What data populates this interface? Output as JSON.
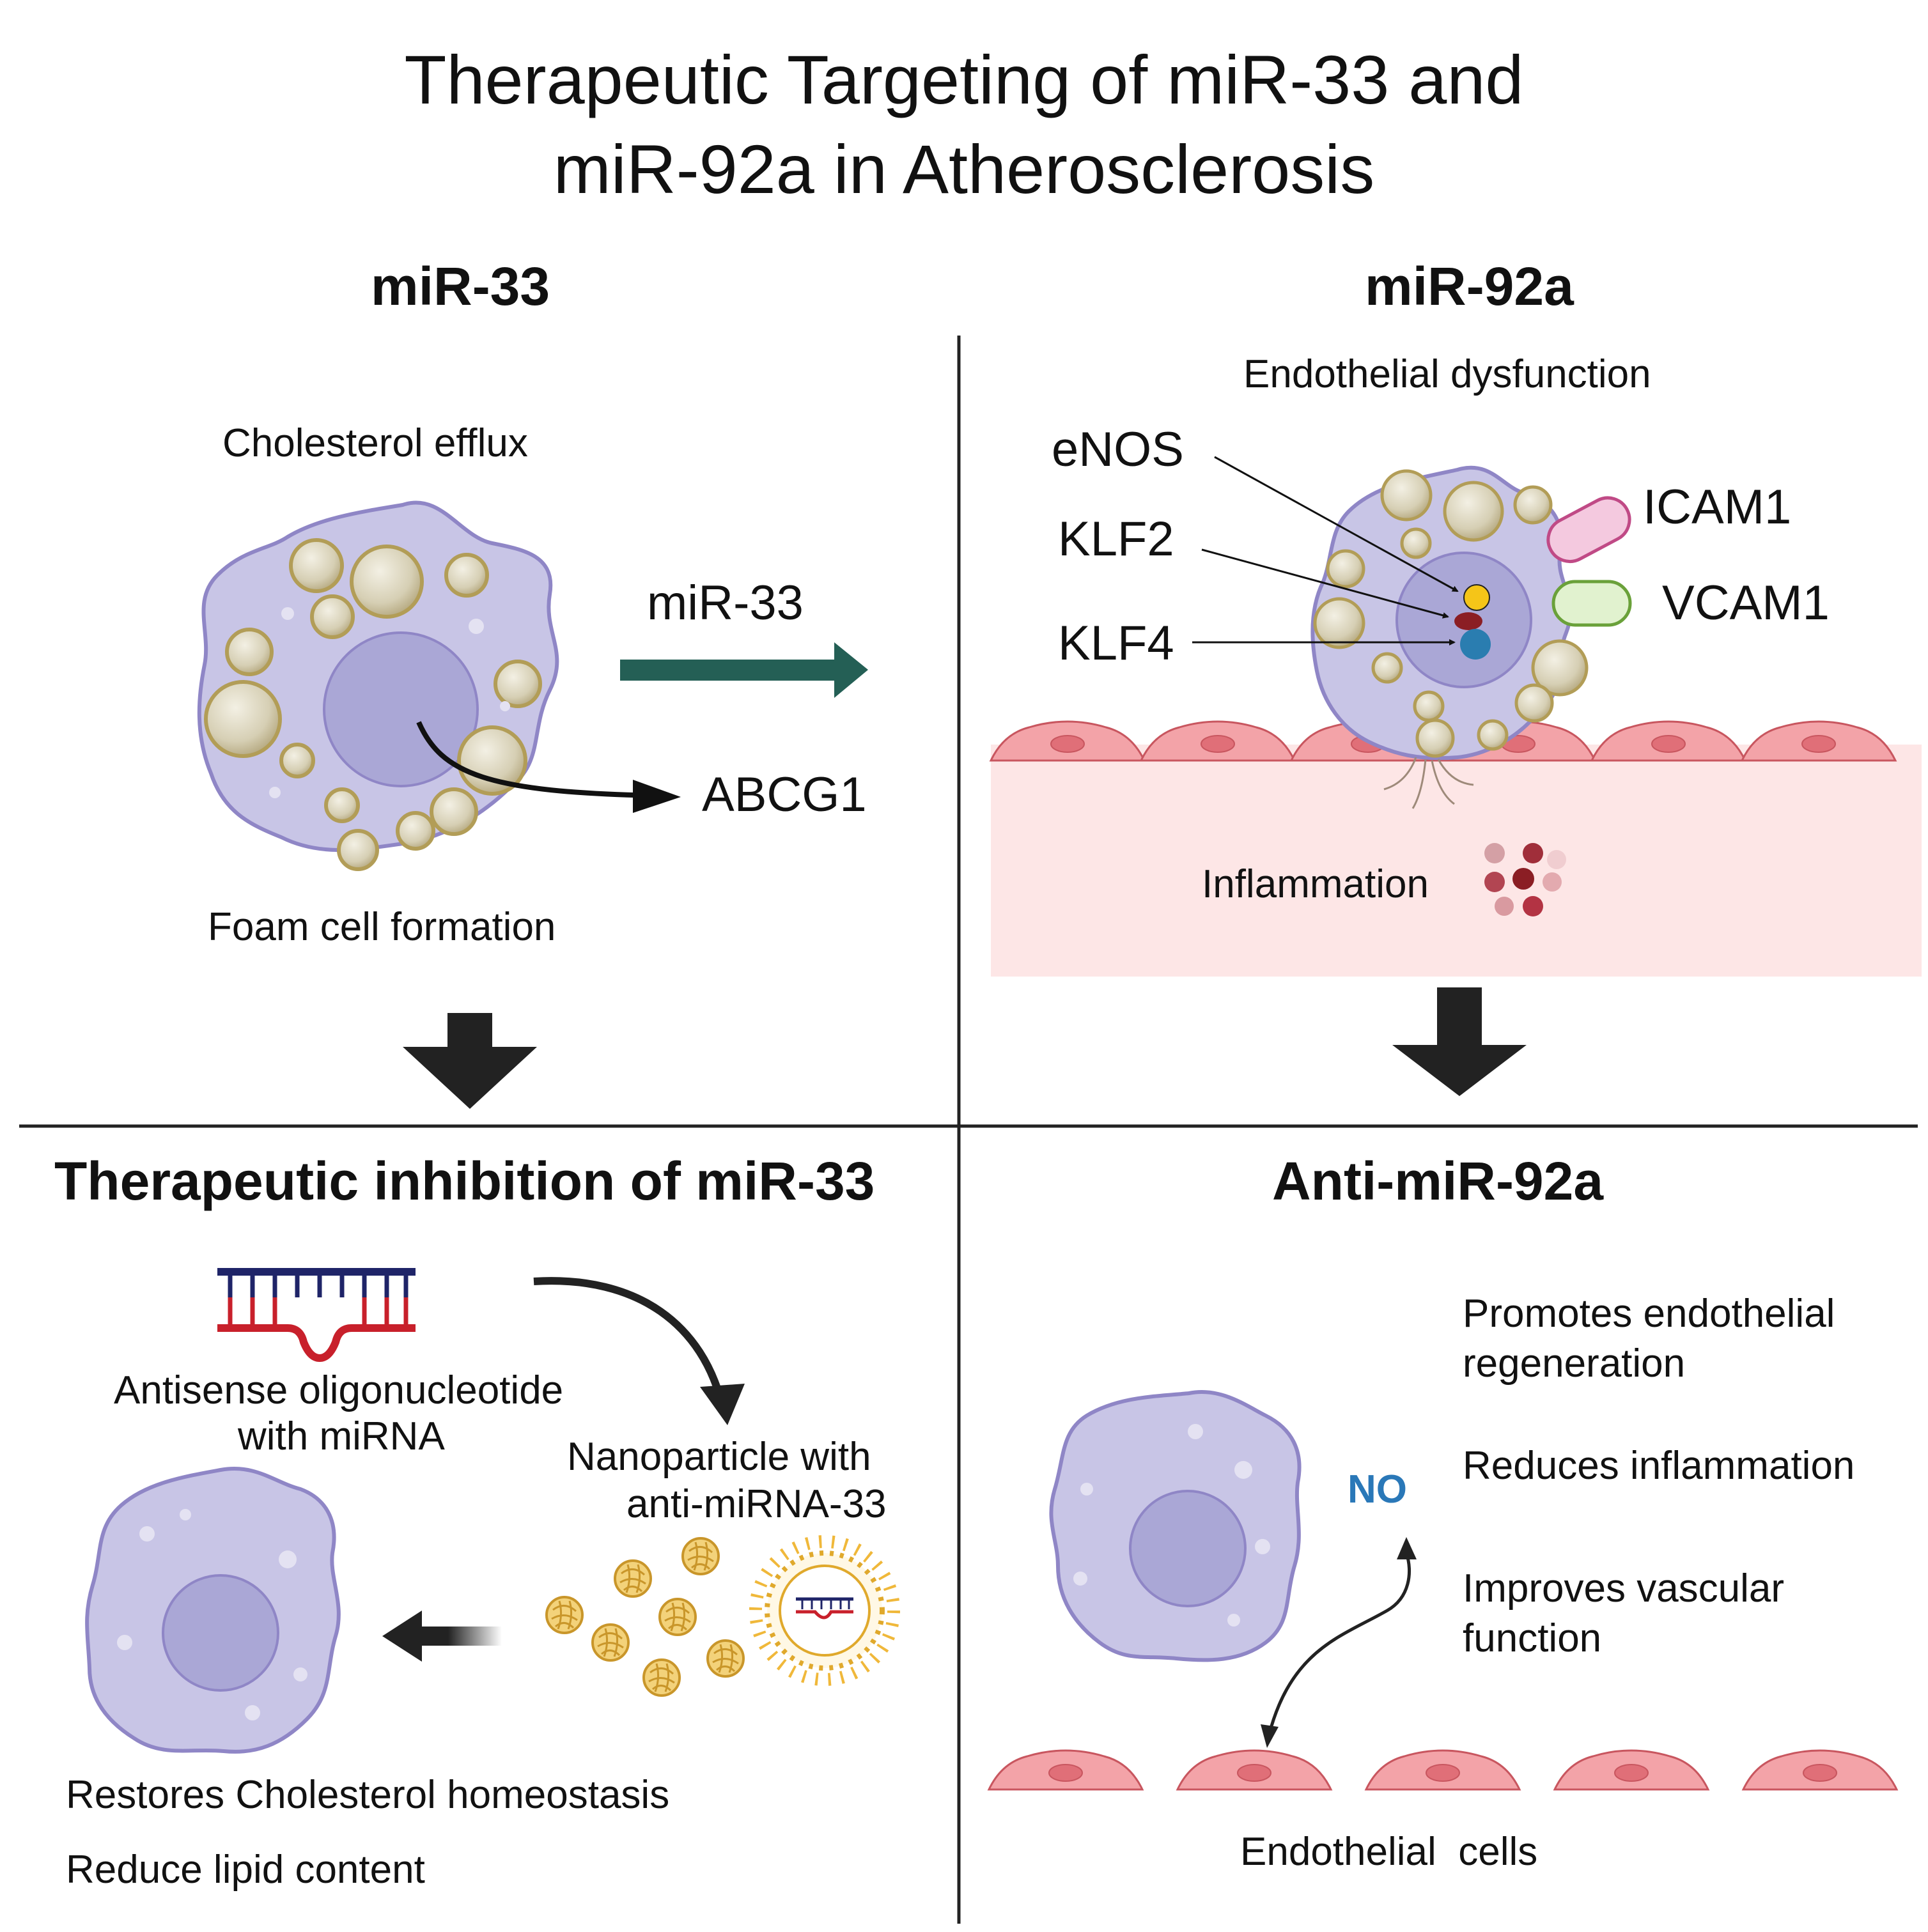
{
  "title_line1": "Therapeutic Targeting of miR-33 and",
  "title_line2": "miR-92a in Atherosclerosis",
  "mir33": {
    "heading": "miR-33",
    "cholesterol_efflux": "Cholesterol efflux",
    "arrow_label": "miR-33",
    "target": "ABCG1",
    "foam_cell": "Foam cell formation"
  },
  "mir92a": {
    "heading": "miR-92a",
    "endothelial_dysfunction": "Endothelial dysfunction",
    "enos": "eNOS",
    "klf2": "KLF2",
    "klf4": "KLF4",
    "icam1": "ICAM1",
    "vcam1": "VCAM1",
    "inflammation": "Inflammation"
  },
  "therapy33": {
    "heading": "Therapeutic inhibition of miR-33",
    "aso_line1": "Antisense oligonucleotide",
    "aso_line2": "with miRNA",
    "nano_line1": "Nanoparticle with",
    "nano_line2": "anti-miRNA-33",
    "restores": "Restores Cholesterol homeostasis",
    "reduce": "Reduce lipid content"
  },
  "anti92a": {
    "heading": "Anti-miR-92a",
    "benefit1_line1": "Promotes endothelial",
    "benefit1_line2": "regeneration",
    "benefit2": "Reduces inflammation",
    "benefit3_line1": "Improves vascular",
    "benefit3_line2": "function",
    "no": "NO",
    "endothelial_cells": "Endothelial  cells"
  },
  "colors": {
    "cell_fill": "#c8c5e6",
    "cell_stroke": "#8f86c6",
    "nucleus": "#aaa7d6",
    "lipid": "#d9d3bd",
    "lipid_stroke": "#b29d57",
    "endothelium": "#f3a3a8",
    "endothelium_stroke": "#c8565f",
    "tissue": "#fde6e6",
    "mir33_arrow": "#245f55",
    "enos_dot": "#f5c518",
    "klf2_dot": "#8b1e24",
    "klf4_dot": "#2a7db0",
    "icam1": "#f4c9df",
    "vcam1": "#e1f2cf",
    "nanoparticle": "#e0a92c",
    "aso_top": "#1f2468",
    "aso_bottom": "#c8202b"
  }
}
